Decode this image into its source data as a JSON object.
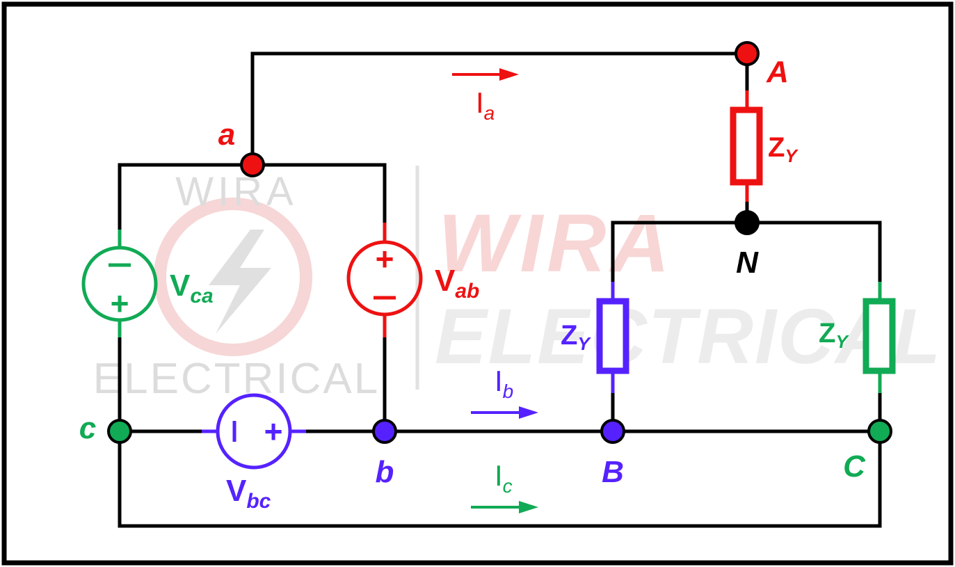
{
  "colors": {
    "phase_a": "#ee1111",
    "phase_b": "#5522ff",
    "phase_c": "#11aa55",
    "wire": "#000000",
    "watermark": "#dcdcdc",
    "watermark_accent": "#f6caca"
  },
  "watermark": {
    "small_top": "WIRA",
    "small_bottom": "ELECTRICAL",
    "large_top": "WIRA",
    "large_bottom": "ELECTRICAL"
  },
  "nodes": {
    "a": "a",
    "b": "b",
    "c": "c",
    "A": "A",
    "B": "B",
    "C": "C",
    "N": "N"
  },
  "sources": {
    "ab": {
      "main": "V",
      "sub": "ab"
    },
    "bc": {
      "main": "V",
      "sub": "bc"
    },
    "ca": {
      "main": "V",
      "sub": "ca"
    }
  },
  "loads": {
    "main": "Z",
    "sub": "Y"
  },
  "currents": {
    "a": {
      "main": "I",
      "sub": "a"
    },
    "b": {
      "main": "I",
      "sub": "b"
    },
    "c": {
      "main": "I",
      "sub": "c"
    }
  }
}
